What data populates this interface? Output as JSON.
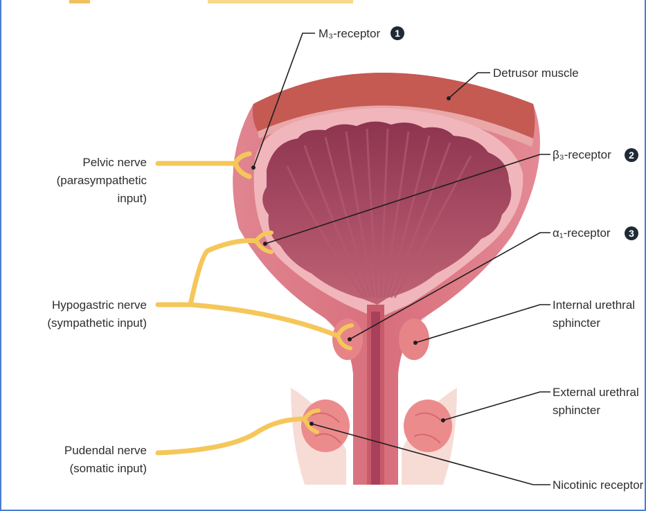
{
  "labels": {
    "m3_receptor": {
      "text": "M₃-receptor",
      "number": "1"
    },
    "detrusor": "Detrusor muscle",
    "pelvic_nerve": [
      "Pelvic nerve",
      "(parasympathetic",
      "input)"
    ],
    "beta3_receptor": {
      "text": "β₃-receptor",
      "number": "2"
    },
    "alpha1_receptor": {
      "text": "α₁-receptor",
      "number": "3"
    },
    "hypogastric_nerve": [
      "Hypogastric nerve",
      "(sympathetic input)"
    ],
    "internal_sphincter": [
      "Internal urethral",
      "sphincter"
    ],
    "external_sphincter": [
      "External urethral",
      "sphincter"
    ],
    "pudendal_nerve": [
      "Pudendal nerve",
      "(somatic input)"
    ],
    "nicotinic_receptor": "Nicotinic receptor"
  },
  "colors": {
    "outer_wall": "#d9737e",
    "rim": "#c0504a",
    "inner_lining": "#f2b8bd",
    "lumen": "#9e3f55",
    "nerve": "#f5c75a",
    "sphincter": "#e88a8a",
    "frame": "#4a7bd0"
  }
}
